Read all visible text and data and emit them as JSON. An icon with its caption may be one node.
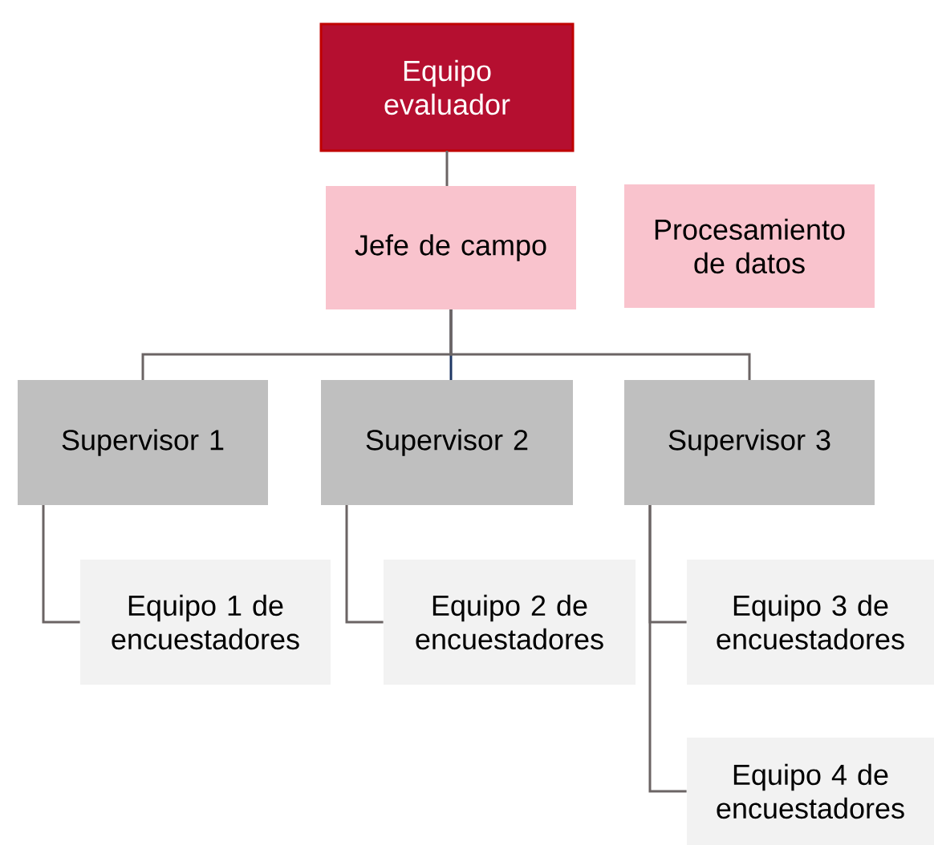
{
  "diagram": {
    "nodes": [
      {
        "text": [
          "Equipo evaluador"
        ]
      },
      {
        "text": [
          "Jefe de campo"
        ]
      },
      {
        "text": [
          "Procesamiento de datos"
        ]
      },
      {
        "text": [
          "Supervisor 1"
        ]
      },
      {
        "text": [
          "Supervisor 2"
        ]
      },
      {
        "text": [
          "Supervisor 3"
        ]
      },
      {
        "text": [
          "Equipo 1 de encuestadores"
        ]
      },
      {
        "text": [
          "Equipo 2 de encuestadores"
        ]
      },
      {
        "text": [
          "Equipo 3 de encuestadores"
        ]
      },
      {
        "text": [
          "Equipo 4 de encuestadores"
        ]
      }
    ],
    "edges": [
      {
        "from": 0,
        "to": 1,
        "arrow": "none"
      },
      {
        "from": 1,
        "to": 4,
        "arrow": "none",
        "color": "#1f3864"
      },
      {
        "from": 1,
        "to": 3,
        "arrow": "none"
      },
      {
        "from": 1,
        "to": 5,
        "arrow": "none"
      },
      {
        "from": 3,
        "to": 6,
        "arrow": "none"
      },
      {
        "from": 4,
        "to": 7,
        "arrow": "none"
      },
      {
        "from": 5,
        "to": 8,
        "arrow": "none"
      },
      {
        "from": 5,
        "to": 9,
        "arrow": "none"
      }
    ]
  }
}
